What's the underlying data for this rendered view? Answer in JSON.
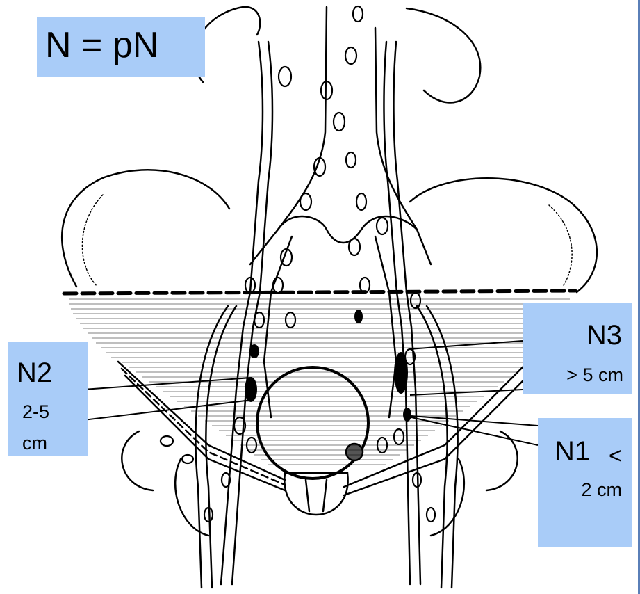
{
  "labels": {
    "n_pn": {
      "text": "N = pN"
    },
    "n2": {
      "title": "N2",
      "size_line1": "2-5",
      "size_line2": "cm"
    },
    "n3": {
      "title": "N3",
      "size": "> 5 cm"
    },
    "n1": {
      "title": "N1",
      "less_than": "<",
      "size": "2 cm"
    }
  },
  "colors": {
    "label_background": "#a9ccf8",
    "line": "#000000",
    "background": "#ffffff"
  }
}
